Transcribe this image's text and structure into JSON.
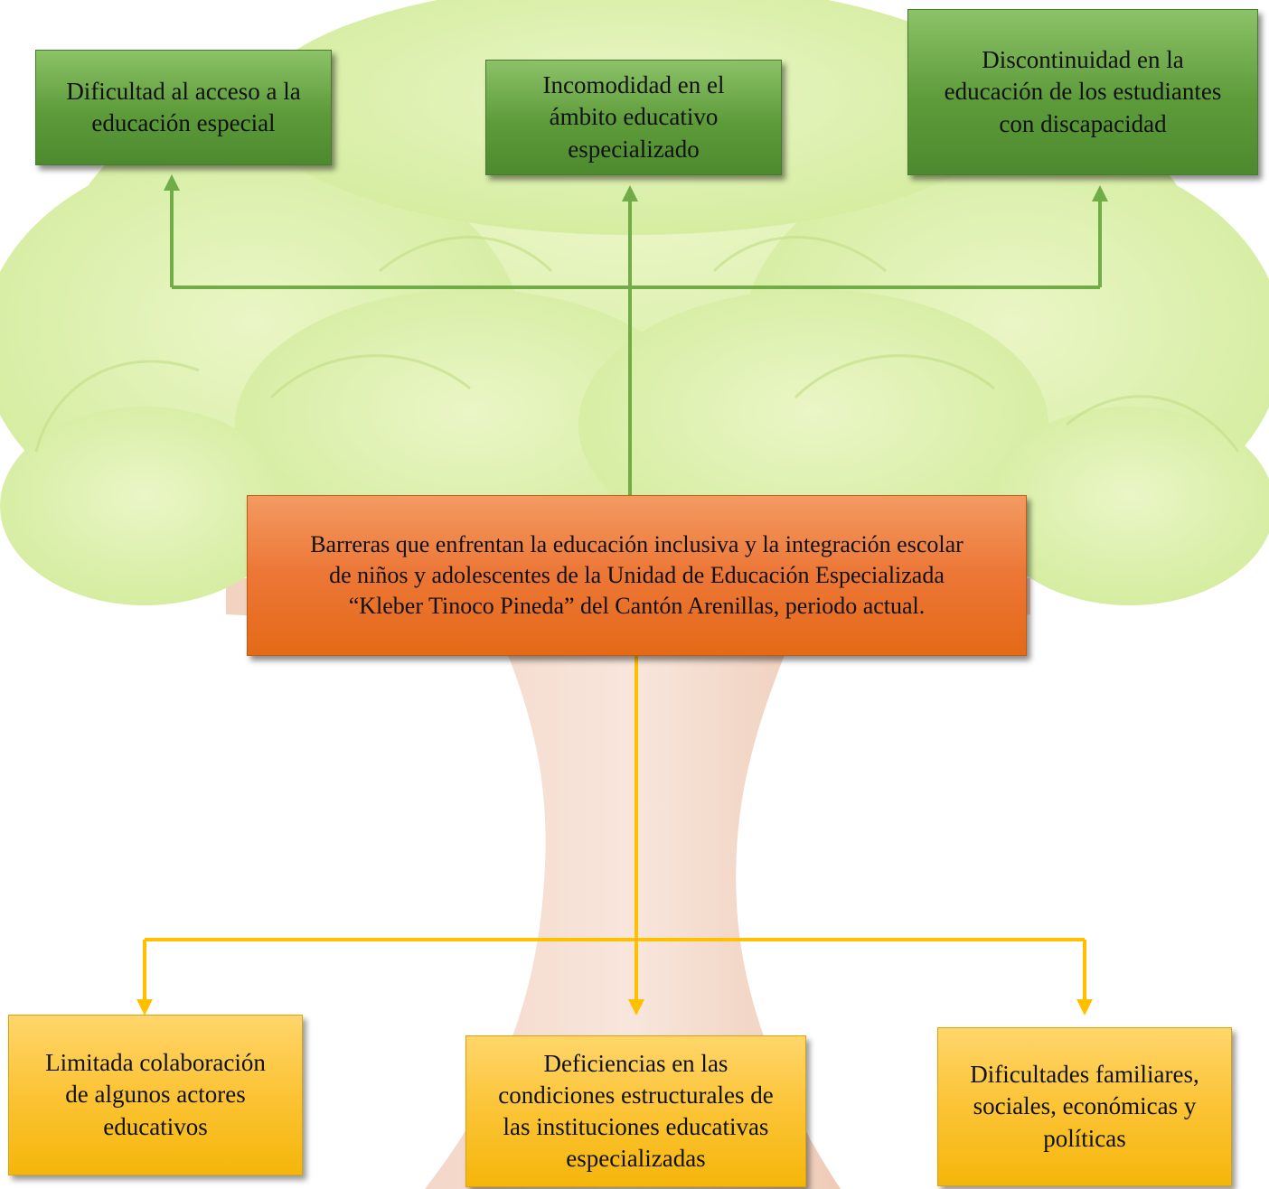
{
  "effects": [
    {
      "id": "effect-1",
      "text": "Dificultad al acceso a la\neducación especial"
    },
    {
      "id": "effect-2",
      "text": "Incomodidad en el\námbito educativo\nespecializado"
    },
    {
      "id": "effect-3",
      "text": "Discontinuidad en la\neducación de los estudiantes\ncon discapacidad"
    }
  ],
  "problem": {
    "text": "Barreras que enfrentan la educación inclusiva y la integración escolar\nde niños y adolescentes de la Unidad de Educación Especializada\n“Kleber Tinoco Pineda” del Cantón Arenillas, periodo actual."
  },
  "causes": [
    {
      "id": "cause-1",
      "text": "Limitada colaboración\nde algunos actores\neducativos"
    },
    {
      "id": "cause-2",
      "text": "Deficiencias en las\ncondiciones estructurales de\nlas instituciones educativas\nespecializadas"
    },
    {
      "id": "cause-3",
      "text": "Dificultades familiares,\nsociales, económicas y\npolíticas"
    }
  ],
  "colors": {
    "effect_connector": "#70ad47",
    "cause_connector": "#ffc000"
  }
}
